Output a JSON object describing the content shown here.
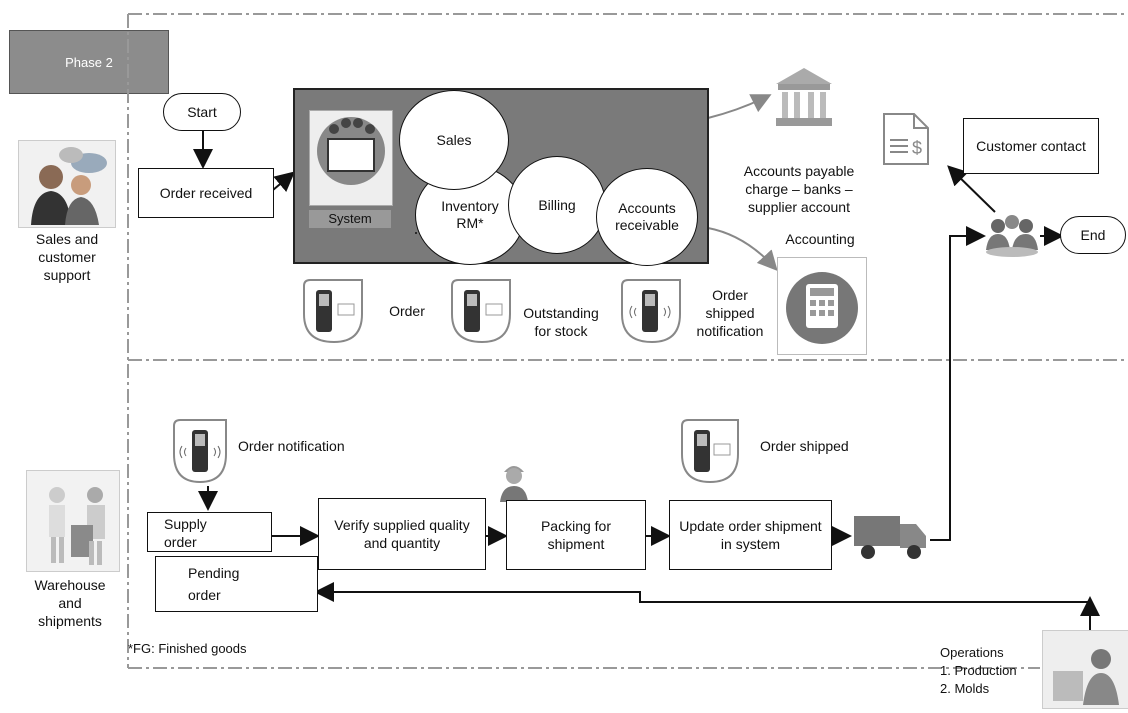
{
  "phase": "Phase 2",
  "start": "Start",
  "end": "End",
  "order_received": "Order received",
  "system_label": "System",
  "circles": {
    "sales": "Sales",
    "inventory": "Inventory\nRM*",
    "billing": "Billing",
    "accounts_receivable": "Accounts\nreceivable"
  },
  "roles": {
    "sales_support": "Sales and\ncustomer\nsupport",
    "warehouse": "Warehouse\nand\nshipments",
    "operations": "Operations\n1. Production\n2. Molds"
  },
  "notifications": {
    "order": "Order",
    "outstanding_for_stock": "Outstanding\nfor stock",
    "order_shipped_notification": "Order\nshipped\nnotification",
    "order_notification": "Order notification",
    "order_shipped": "Order shipped"
  },
  "accounts_payable": "Accounts payable\ncharge – banks –\nsupplier account",
  "accounting": "Accounting",
  "customer_contact": "Customer contact",
  "process_boxes": {
    "supply_order": "Supply\norder",
    "pending_order": "Pending\norder",
    "verify": "Verify supplied quality\nand quantity",
    "packing": "Packing for\nshipment",
    "update": "Update order shipment\nin system"
  },
  "footnote": "*FG: Finished goods",
  "icons": {
    "sales_team": "people-chat-icon",
    "warehouse_worker": "warehouse-worker-icon",
    "operations_worker": "factory-worker-icon",
    "packer": "worker-helmet-icon",
    "bank": "bank-icon",
    "invoice": "invoice-dollar-icon",
    "calculator": "calculator-icon",
    "group": "group-icon",
    "truck": "truck-icon",
    "phone": "mobile-phone-icon"
  }
}
